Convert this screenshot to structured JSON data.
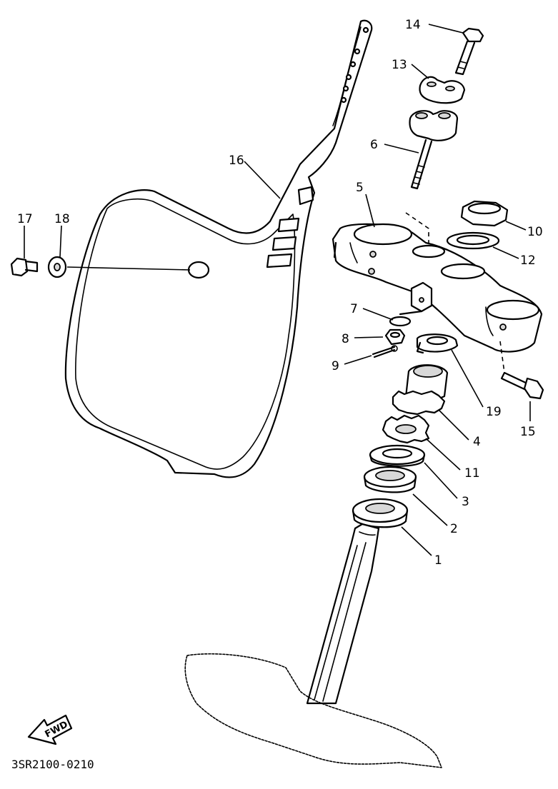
{
  "diagram": {
    "code": "3SR2100-0210",
    "fwd_label": "FWD",
    "callouts": [
      "1",
      "2",
      "3",
      "4",
      "5",
      "6",
      "7",
      "8",
      "9",
      "10",
      "11",
      "12",
      "13",
      "14",
      "15",
      "16",
      "17",
      "18",
      "19"
    ]
  }
}
